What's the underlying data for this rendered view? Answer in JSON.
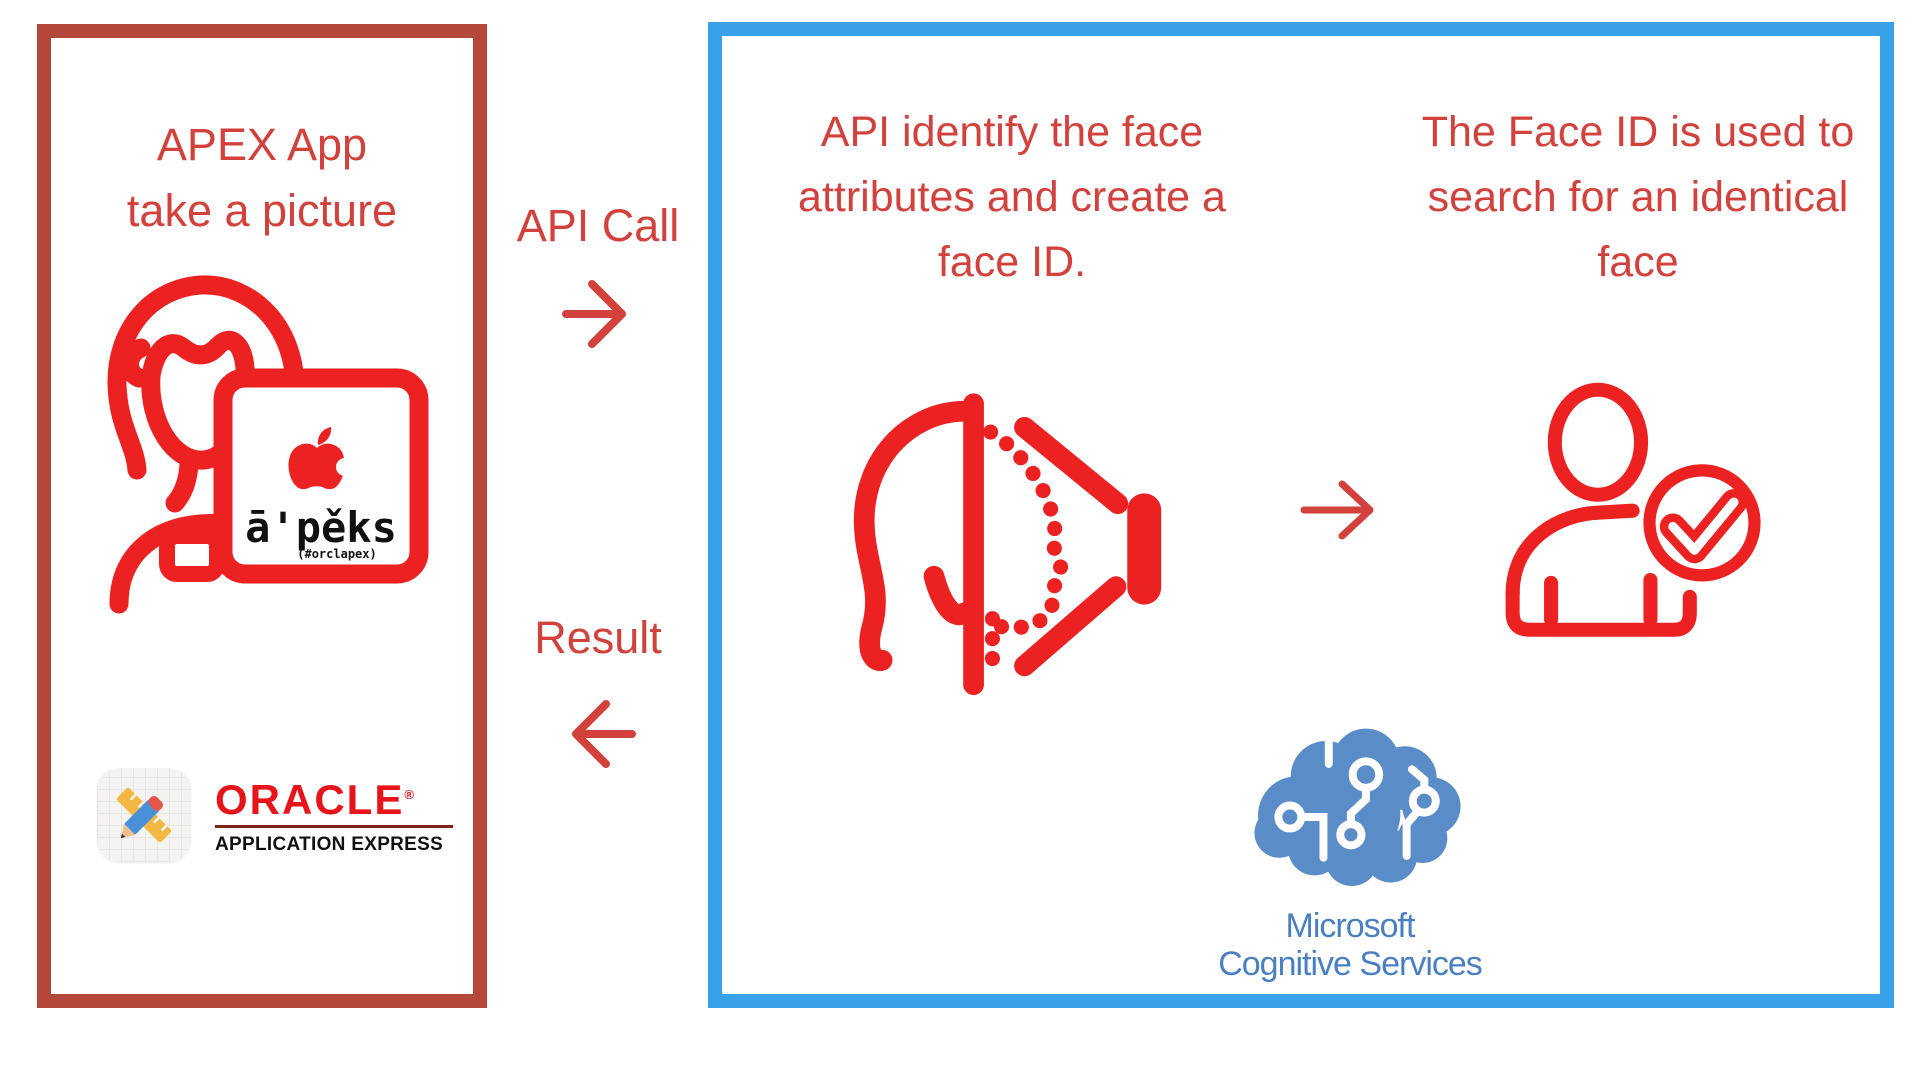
{
  "colors": {
    "red_text": "#d2413c",
    "red_icon": "#ec2222",
    "left_box_border": "#b5473a",
    "right_box_border": "#38a1e8",
    "ms_brain_blue": "#5a8dc8",
    "ms_text_blue": "#4a80c3",
    "oracle_red": "#e8141c",
    "oracle_sub_black": "#111111"
  },
  "left_panel": {
    "title_lines": [
      "APEX App",
      "take a picture"
    ],
    "laptop": {
      "brand": "ā'pěks",
      "brand_sub": "(#orclapex)"
    },
    "oracle": {
      "name": "ORACLE",
      "registered": "®",
      "subtitle": "APPLICATION EXPRESS"
    }
  },
  "flow": {
    "api_call": "API Call",
    "result": "Result"
  },
  "right_panel": {
    "step1_lines": [
      "API identify the face",
      "attributes and create a",
      "face ID."
    ],
    "step2_lines": [
      "The Face ID is used to",
      "search for an identical",
      "face"
    ],
    "ms": {
      "line1": "Microsoft",
      "line2": "Cognitive Services"
    }
  }
}
